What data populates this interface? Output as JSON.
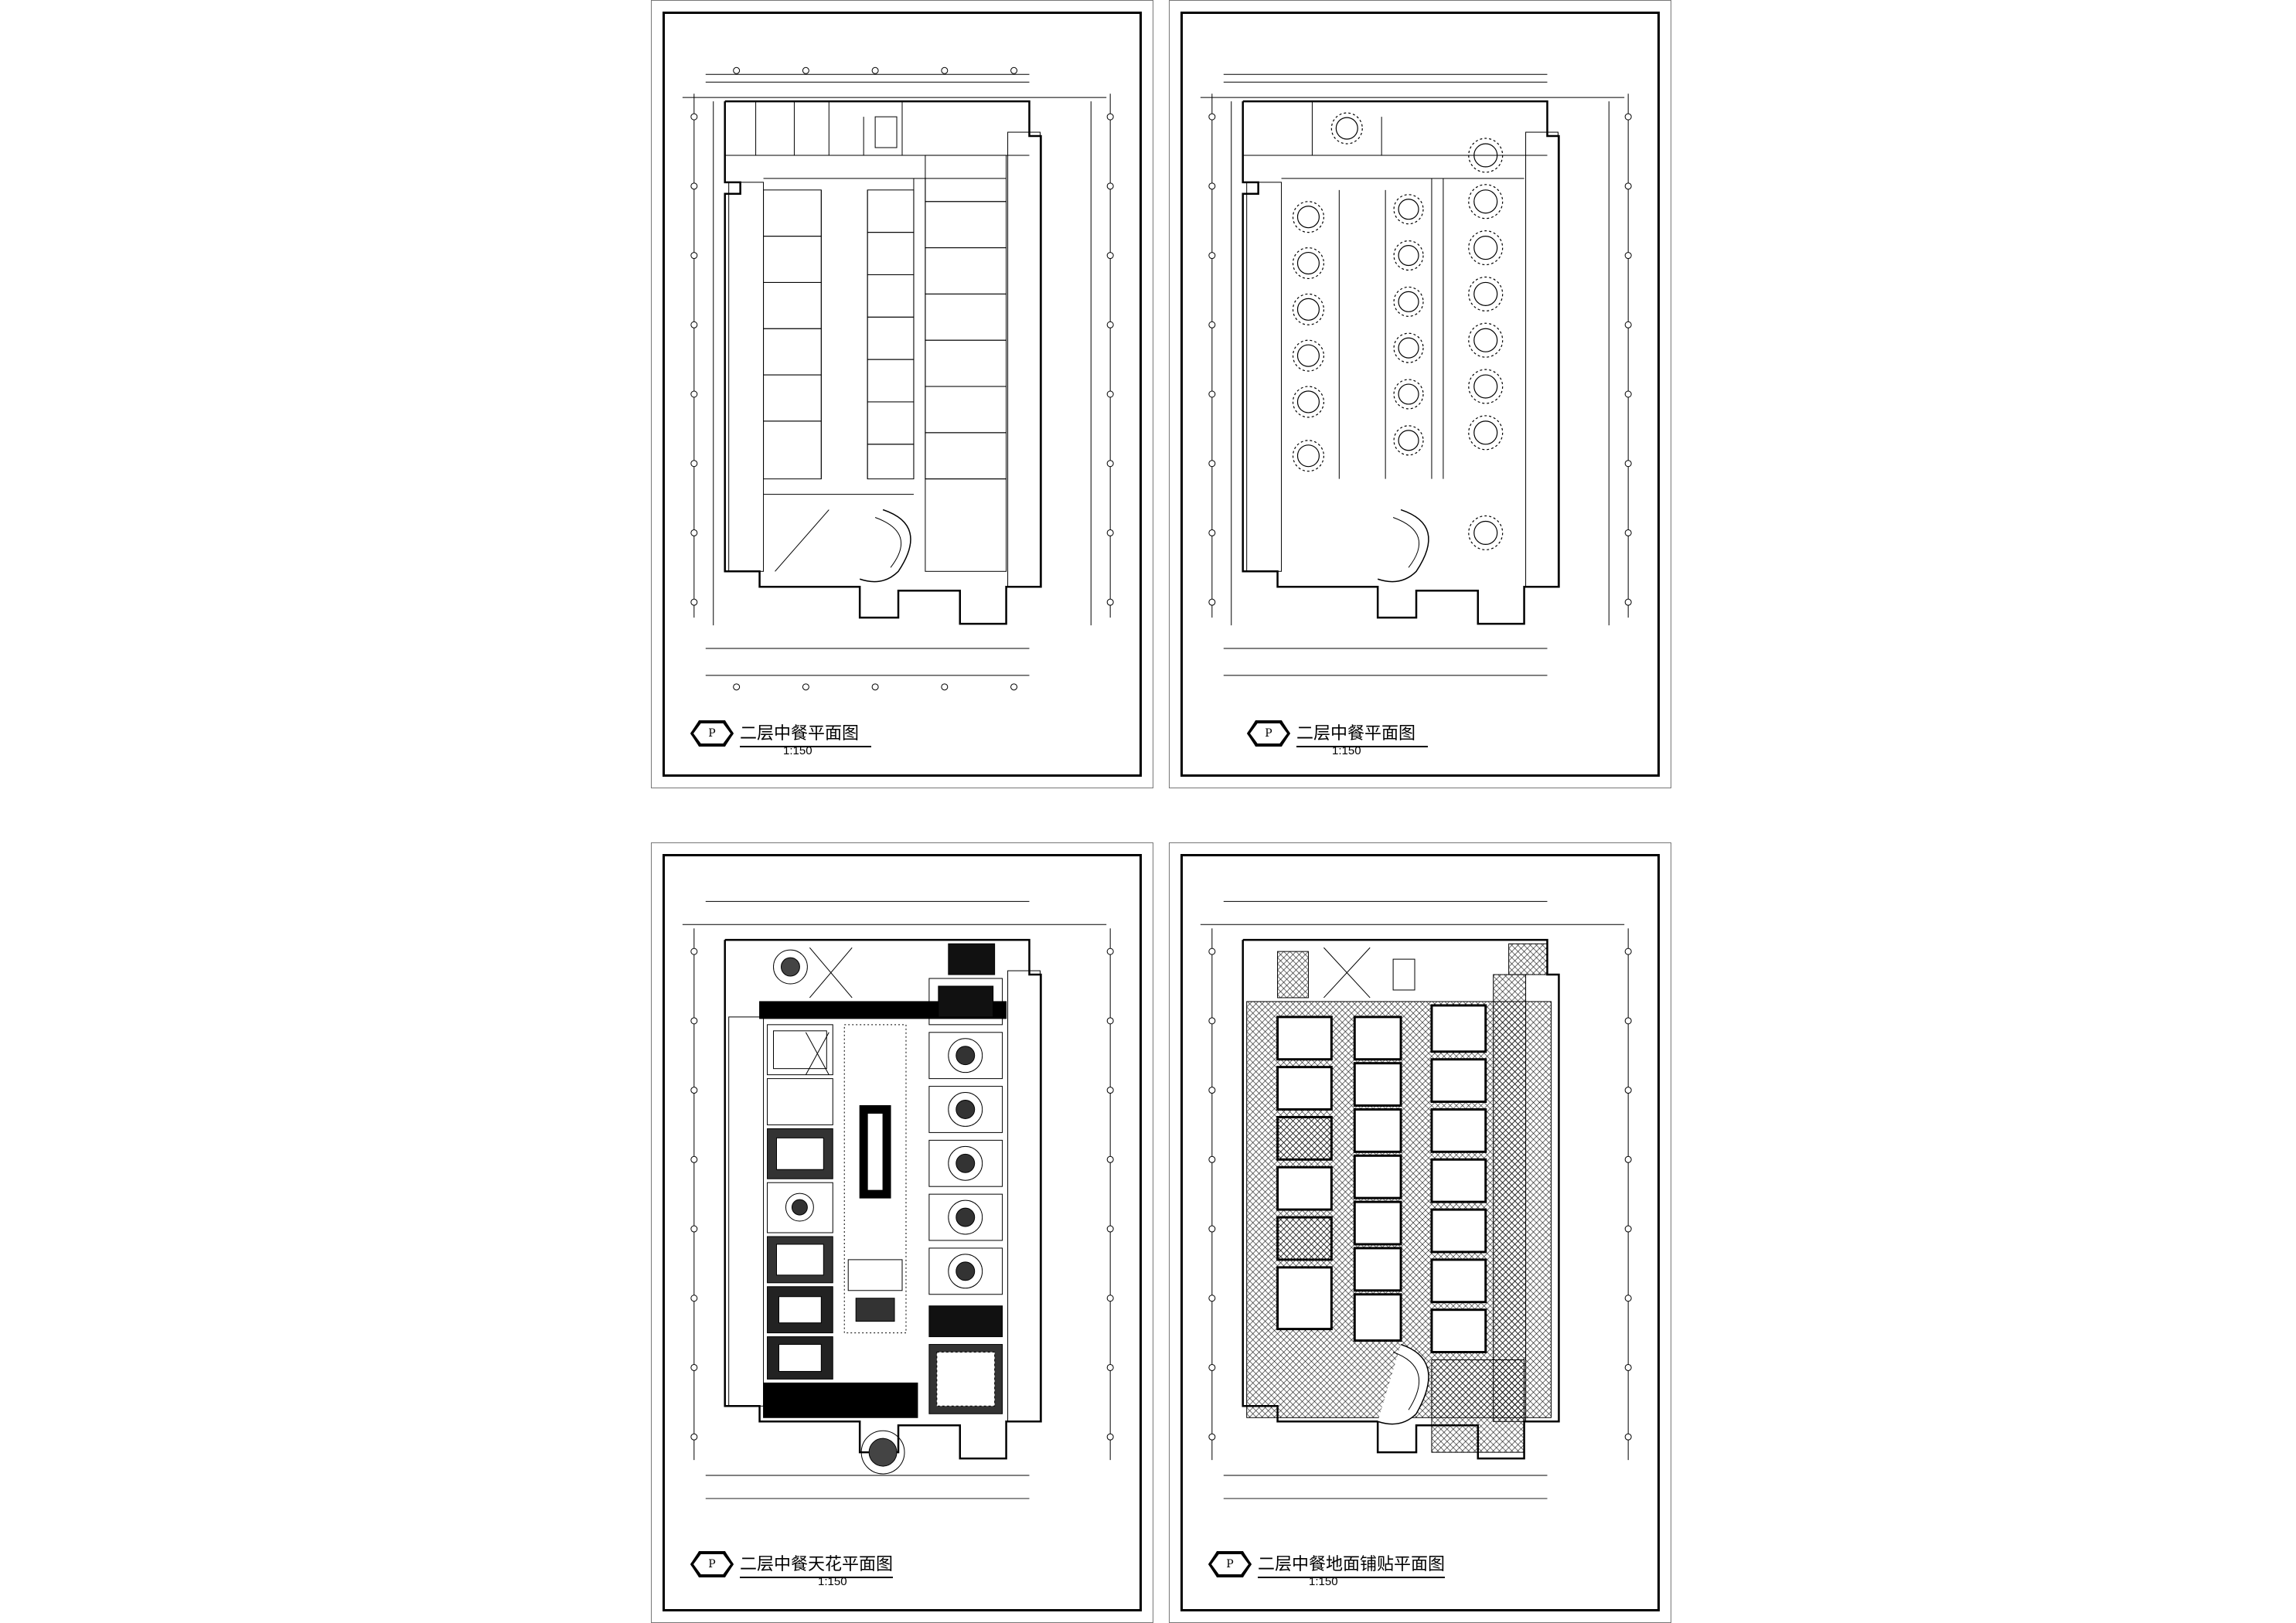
{
  "sheets": [
    {
      "title": "二层中餐平面图",
      "symbol": "P",
      "scale": "1:150"
    },
    {
      "title": "二层中餐平面图",
      "symbol": "P",
      "scale": "1:150"
    },
    {
      "title": "二层中餐天花平面图",
      "symbol": "P",
      "scale": "1:150"
    },
    {
      "title": "二层中餐地面铺贴平面图",
      "symbol": "P",
      "scale": "1:150"
    }
  ]
}
